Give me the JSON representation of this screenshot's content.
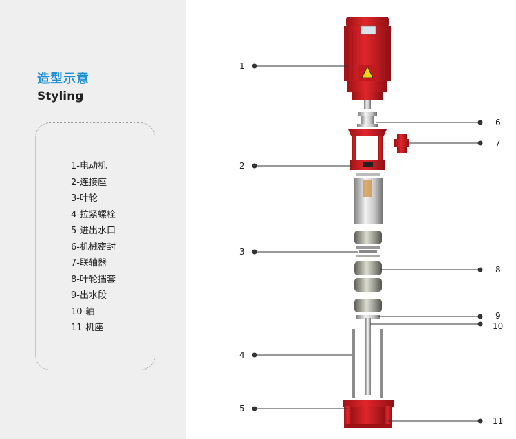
{
  "heading": {
    "title_cn": "造型示意",
    "title_en": "Styling"
  },
  "legend": {
    "items": [
      "1-电动机",
      "2-连接座",
      "3-叶轮",
      "4-拉紧螺栓",
      "5-进出水口",
      "6-机械密封",
      "7-联轴器",
      "8-叶轮挡套",
      "9-出水段",
      "10-轴",
      "11-机座"
    ]
  },
  "callouts": {
    "left": [
      "1",
      "2",
      "3",
      "4",
      "5"
    ],
    "right": [
      "6",
      "7",
      "8",
      "9",
      "10",
      "11"
    ]
  },
  "colors": {
    "accent_blue": "#1b8fd6",
    "pump_red": "#d21f24",
    "panel_gray": "#efefef"
  }
}
